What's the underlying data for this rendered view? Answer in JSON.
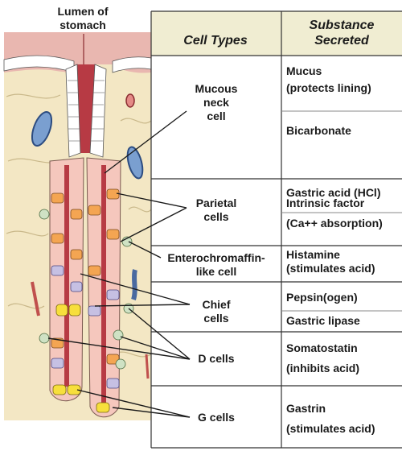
{
  "diagram": {
    "lumen_label_line1": "Lumen of",
    "lumen_label_line2": "stomach",
    "header_cell_types": "Cell Types",
    "header_substance_line1": "Substance",
    "header_substance_line2": "Secreted"
  },
  "rows": [
    {
      "cell_lines": [
        "Mucous",
        "neck",
        "cell"
      ],
      "substances": [
        [
          "Mucus",
          "(protects lining)"
        ],
        [
          "Bicarbonate"
        ]
      ]
    },
    {
      "cell_lines": [
        "Parietal",
        "cells"
      ],
      "substances": [
        [
          "Gastric acid (HCl)"
        ],
        [
          "Intrinsic factor",
          "(Ca++ absorption)"
        ]
      ]
    },
    {
      "cell_lines": [
        "Enterochromaffin-",
        "like cell"
      ],
      "substances": [
        [
          "Histamine",
          "(stimulates acid)"
        ]
      ]
    },
    {
      "cell_lines": [
        "Chief",
        "cells"
      ],
      "substances": [
        [
          "Pepsin(ogen)"
        ],
        [
          "Gastric lipase"
        ]
      ]
    },
    {
      "cell_lines": [
        "D cells"
      ],
      "substances": [
        [
          "Somatostatin",
          "(inhibits acid)"
        ]
      ]
    },
    {
      "cell_lines": [
        "G cells"
      ],
      "substances": [
        [
          "Gastrin",
          "(stimulates acid)"
        ]
      ]
    }
  ],
  "colors": {
    "tissue_bg": "#f3e7c4",
    "mucosa_pink": "#e9b7b0",
    "lumen_red": "#b73a44",
    "parietal_orange": "#f4a552",
    "chief_lavender": "#c6c0e3",
    "g_cell_yellow": "#f7df3c",
    "header_fill": "#f0edd2",
    "table_line": "#333333"
  }
}
